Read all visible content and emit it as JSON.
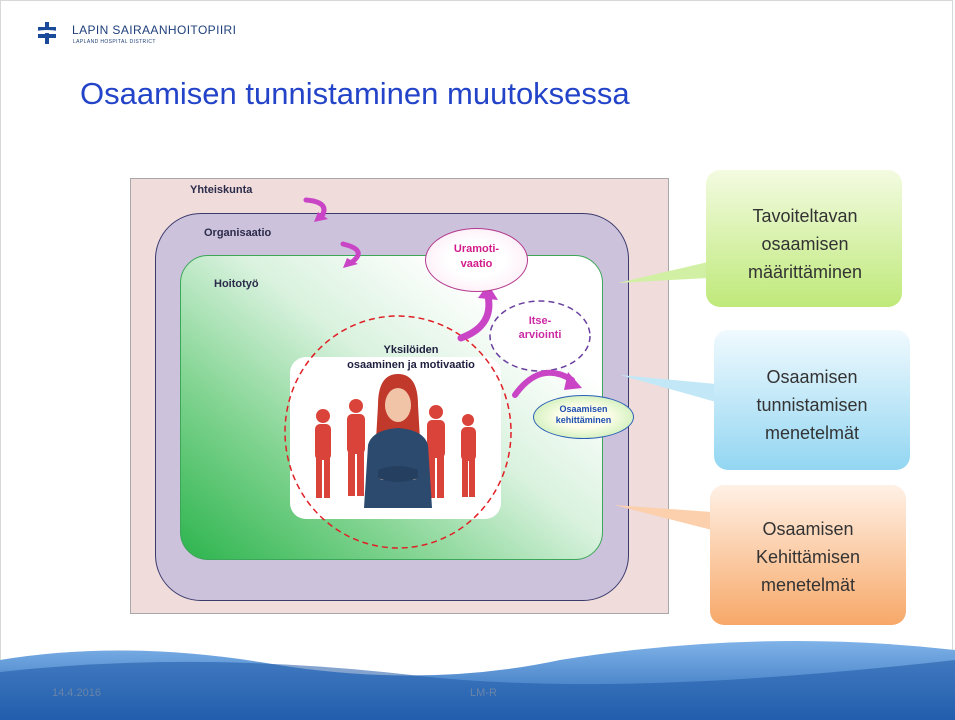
{
  "header": {
    "org_name": "LAPIN SAIRAANHOITOPIIRI",
    "org_subtitle": "LAPLAND HOSPITAL DISTRICT",
    "title": "Osaamisen tunnistaminen muutoksessa"
  },
  "diagram": {
    "layers": {
      "society": "Yhteiskunta",
      "organisation": "Organisaatio",
      "nursing": "Hoitotyö"
    },
    "individual": {
      "line1": "Yksilöiden",
      "line2": "osaaminen ja motivaatio"
    },
    "career_motivation": {
      "line1": "Uramoti-",
      "line2": "vaatio"
    },
    "self_assessment": {
      "line1": "Itse-",
      "line2": "arviointi"
    },
    "competence_development": {
      "line1": "Osaamisen",
      "line2": "kehittäminen"
    }
  },
  "callouts": [
    {
      "lines": [
        "Tavoiteltavan",
        "osaamisen",
        "määrittäminen"
      ],
      "color": "#c6ec8e"
    },
    {
      "lines": [
        "Osaamisen",
        "tunnistamisen",
        "menetelmät"
      ],
      "color": "#a4ddf4"
    },
    {
      "lines": [
        "Osaamisen",
        "Kehittämisen",
        "menetelmät"
      ],
      "color": "#f9b27a"
    }
  ],
  "colors": {
    "title": "#2344c8",
    "society_bg": "#efdcdb",
    "organisation_bg": "#ccc2dc",
    "nursing_green": "#2db44e",
    "arrows": "#c945c6",
    "dashed_circle": "#e01f26",
    "footer_wave": "#2f6fbf"
  },
  "footer": {
    "date": "14.4.2016",
    "author": "LM-R"
  }
}
